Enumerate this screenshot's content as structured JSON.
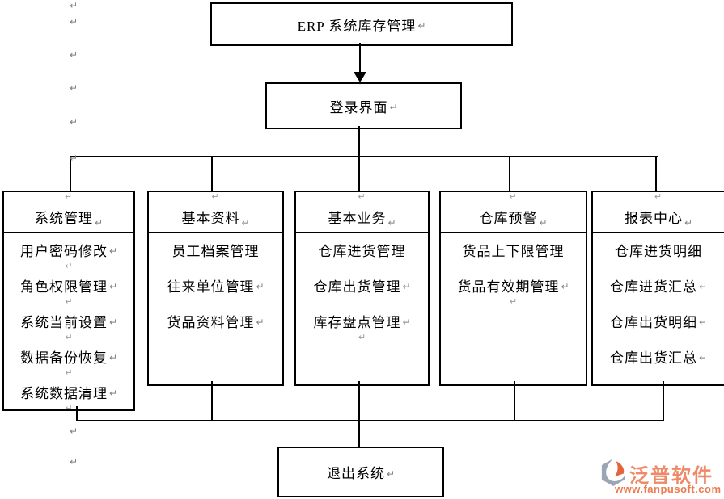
{
  "marks": {
    "glyph": "↵"
  },
  "nodes": {
    "root": {
      "label": "ERP 系统库存管理"
    },
    "login": {
      "label": "登录界面"
    },
    "exit": {
      "label": "退出系统"
    }
  },
  "columns": [
    {
      "header": "系统管理",
      "items": [
        {
          "label": "用户密码修改",
          "cr": true,
          "gap": true
        },
        {
          "label": "角色权限管理",
          "cr": true,
          "gap": true
        },
        {
          "label": "系统当前设置",
          "cr": true,
          "gap": true
        },
        {
          "label": "数据备份恢复",
          "cr": true,
          "gap": true
        },
        {
          "label": "系统数据清理",
          "cr": true,
          "gap": true
        }
      ]
    },
    {
      "header": "基本资料",
      "items": [
        {
          "label": "员工档案管理",
          "cr": false,
          "gap": false
        },
        {
          "label": "往来单位管理",
          "cr": true,
          "gap": false
        },
        {
          "label": "货品资料管理",
          "cr": true,
          "gap": false
        }
      ]
    },
    {
      "header": "基本业务",
      "items": [
        {
          "label": "仓库进货管理",
          "cr": false,
          "gap": false
        },
        {
          "label": "仓库出货管理",
          "cr": true,
          "gap": false
        },
        {
          "label": "库存盘点管理",
          "cr": true,
          "gap": true
        }
      ]
    },
    {
      "header": "仓库预警",
      "items": [
        {
          "label": "货品上下限管理",
          "cr": false,
          "gap": false
        },
        {
          "label": "货品有效期管理",
          "cr": true,
          "gap": true
        }
      ]
    },
    {
      "header": "报表中心",
      "items": [
        {
          "label": "仓库进货明细",
          "cr": false,
          "gap": false
        },
        {
          "label": "仓库进货汇总",
          "cr": true,
          "gap": false
        },
        {
          "label": "仓库出货明细",
          "cr": true,
          "gap": false
        },
        {
          "label": "仓库出货汇总",
          "cr": true,
          "gap": false
        }
      ]
    }
  ],
  "watermark": {
    "brand": "泛普软件",
    "url": "www.fanpusoft.com",
    "brand_color": "#ee8a6a",
    "url_color": "#ec7b4f",
    "icon_orange": "#e4653c",
    "icon_gray": "#9aa6b6"
  }
}
